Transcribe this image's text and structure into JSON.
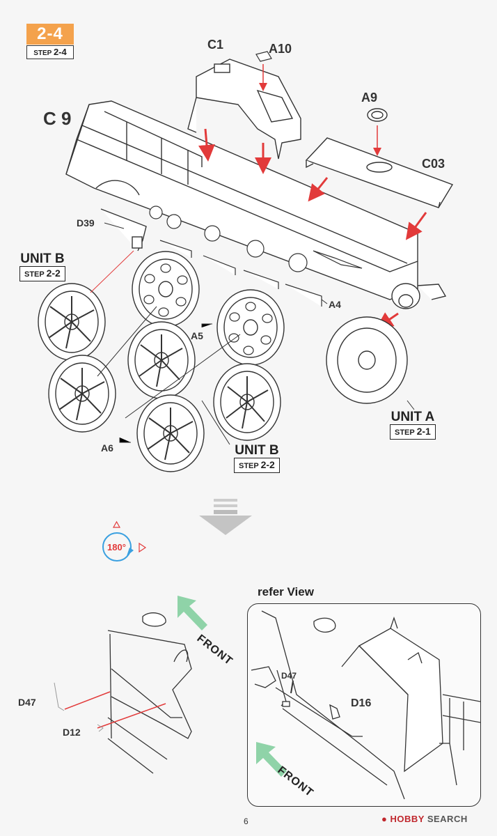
{
  "step": {
    "number": "2-4",
    "prefix": "STEP",
    "ref": "2-4"
  },
  "labels": {
    "c1": "C1",
    "a10": "A10",
    "a9": "A9",
    "c9": "C 9",
    "c03": "C03",
    "d39": "D39",
    "a4": "A4",
    "a5": "A5",
    "a6": "A6",
    "d47": "D47",
    "d12": "D12",
    "d47_refer": "D47",
    "d16": "D16"
  },
  "units": {
    "unit_b_left": {
      "title": "UNIT B",
      "prefix": "STEP",
      "ref": "2-2"
    },
    "unit_b_bottom": {
      "title": "UNIT B",
      "prefix": "STEP",
      "ref": "2-2"
    },
    "unit_a": {
      "title": "UNIT A",
      "prefix": "STEP",
      "ref": "2-1"
    }
  },
  "rotate": {
    "text": "180°"
  },
  "refer": {
    "title": "refer View"
  },
  "front": {
    "main": "FRONT",
    "refer": "FRONT"
  },
  "footer": {
    "page": "6",
    "brand_hobby": "HOBBY",
    "brand_search": "SEARCH"
  },
  "colors": {
    "badge": "#f4a24c",
    "arrow": "#e23a3a",
    "green": "#8fd3a8",
    "rotate_blue": "#3aa0e0"
  }
}
